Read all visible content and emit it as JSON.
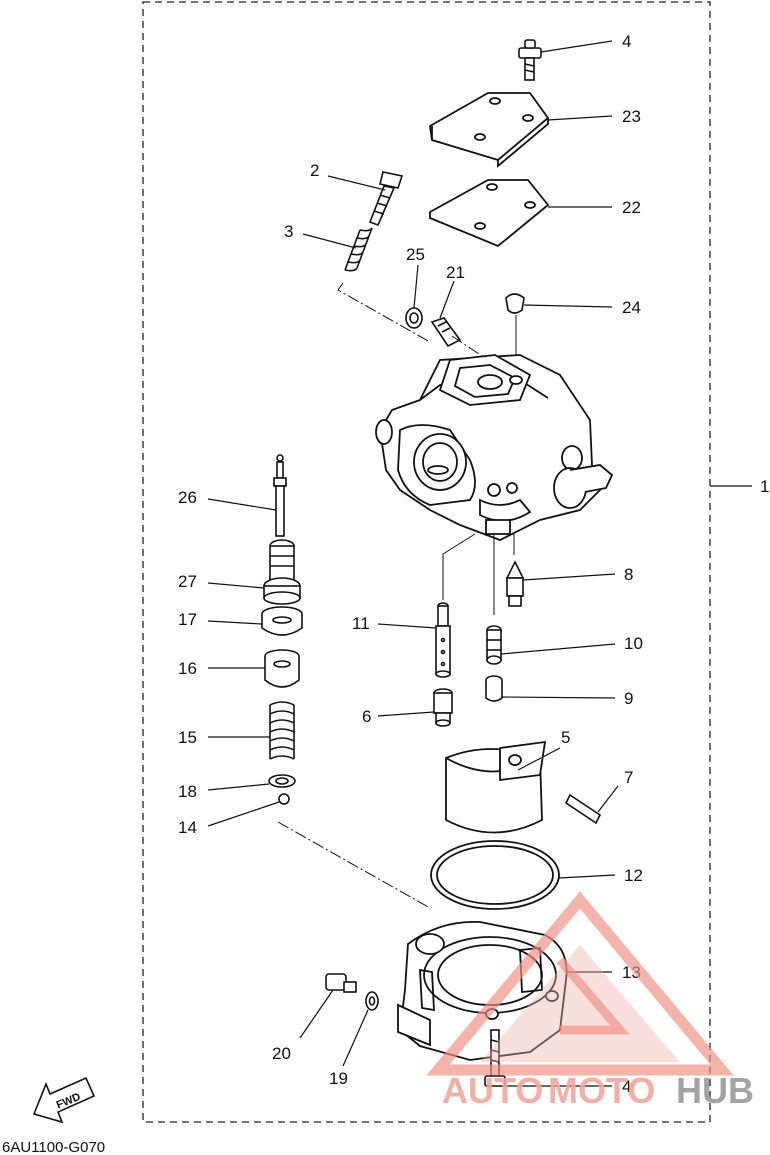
{
  "diagram": {
    "code": "6AU1100-G070",
    "fwd_label": "FWD",
    "part_labels": {
      "p1": "1",
      "p2": "2",
      "p3": "3",
      "p4a": "4",
      "p4b": "4",
      "p5": "5",
      "p6": "6",
      "p7": "7",
      "p8": "8",
      "p9": "9",
      "p10": "10",
      "p11": "11",
      "p12": "12",
      "p13": "13",
      "p14": "14",
      "p15": "15",
      "p16": "16",
      "p17": "17",
      "p18": "18",
      "p19": "19",
      "p20": "20",
      "p21": "21",
      "p22": "22",
      "p23": "23",
      "p24": "24",
      "p25": "25",
      "p26": "26",
      "p27": "27"
    }
  },
  "watermark": {
    "part1": "AUTO",
    "part2": "MOTO",
    "part3": "HUB",
    "color_primary": "#f2a79d",
    "color_secondary": "#9a9a9a"
  }
}
